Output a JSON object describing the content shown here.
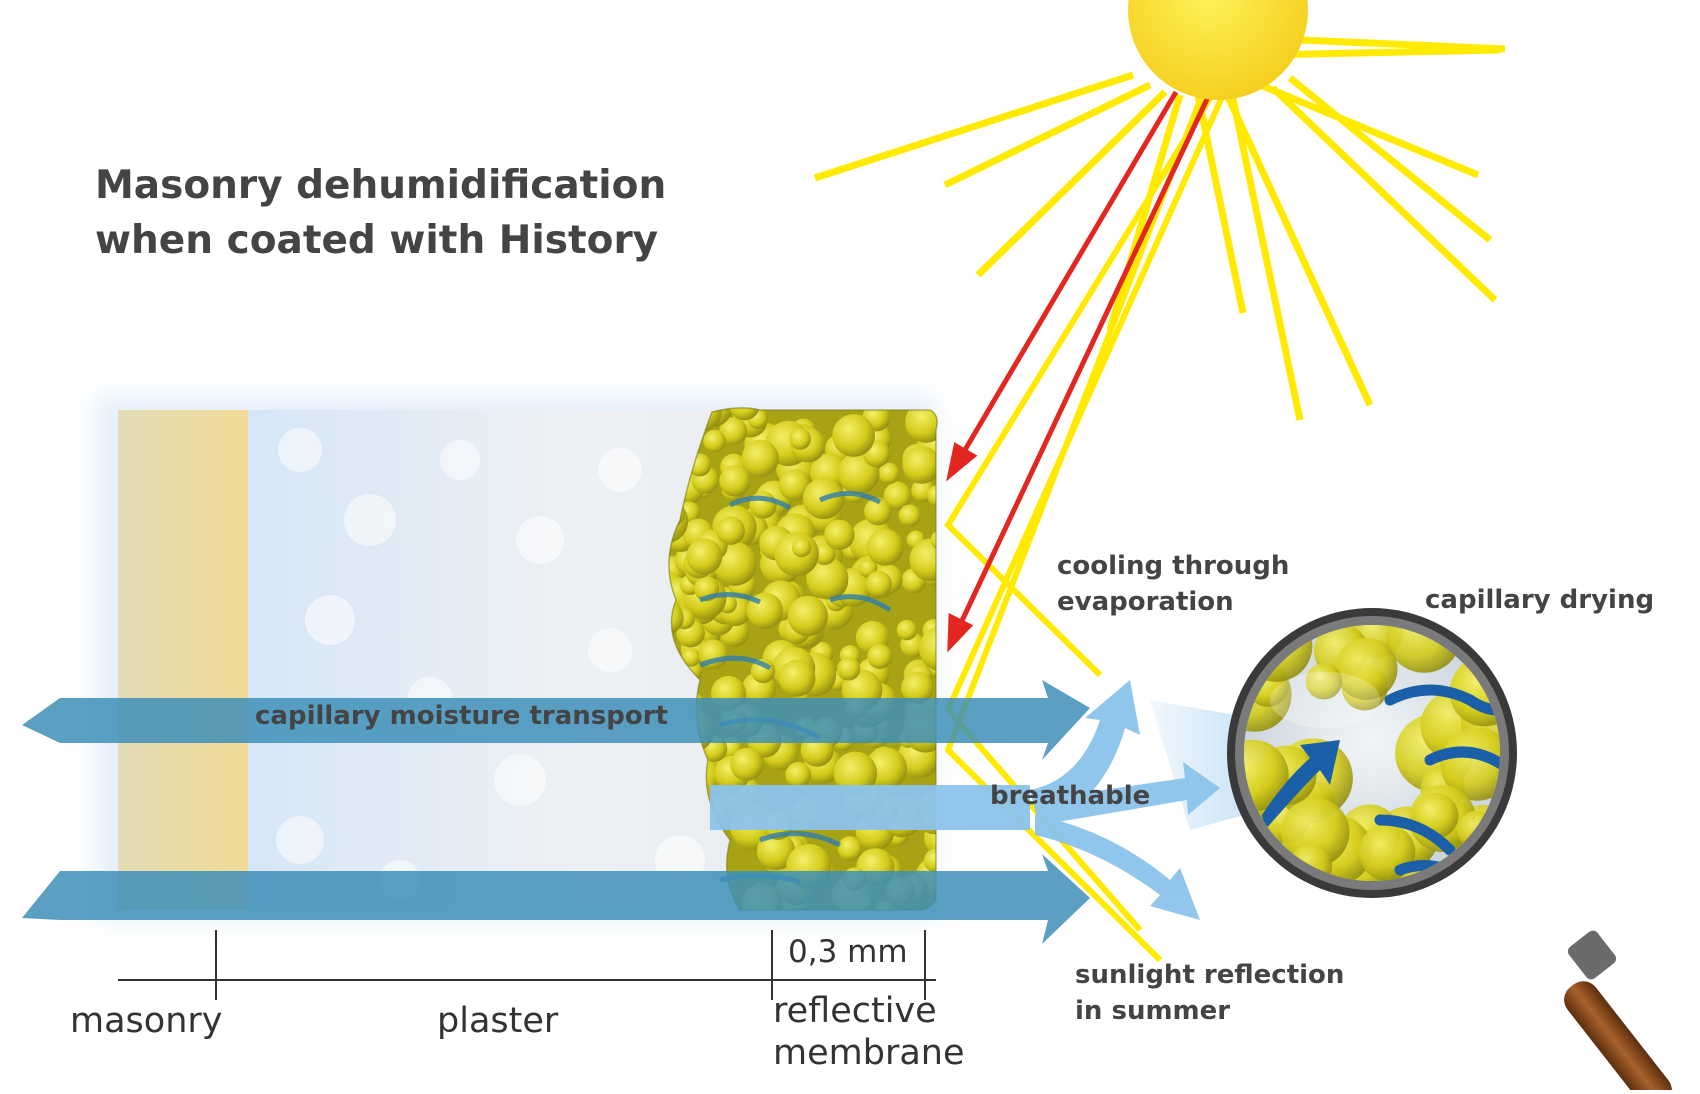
{
  "title": {
    "line1": "Masonry dehumidification",
    "line2": "when coated with History"
  },
  "labels": {
    "capillary_transport": "capillary moisture transport",
    "breathable": "breathable",
    "cooling_line1": "cooling through",
    "cooling_line2": "evaporation",
    "capillary_drying": "capillary drying",
    "reflection_line1": "sunlight reflection",
    "reflection_line2": "in summer"
  },
  "scale": {
    "thickness": "0,3 mm",
    "masonry": "masonry",
    "plaster": "plaster",
    "membrane_line1": "reflective",
    "membrane_line2": "membrane"
  },
  "colors": {
    "sun": "#f7dc2b",
    "sun_rays": "#ffea00",
    "heat_rays": "#e32620",
    "moisture_arrow": "#3e8fb8",
    "breath_arrow": "#8cc3ec",
    "granules": "#d8d21c",
    "plaster": "#eef0f2",
    "masonry": "#f3dc9a",
    "magnifier_handle": "#7a4218",
    "text": "#444444"
  }
}
